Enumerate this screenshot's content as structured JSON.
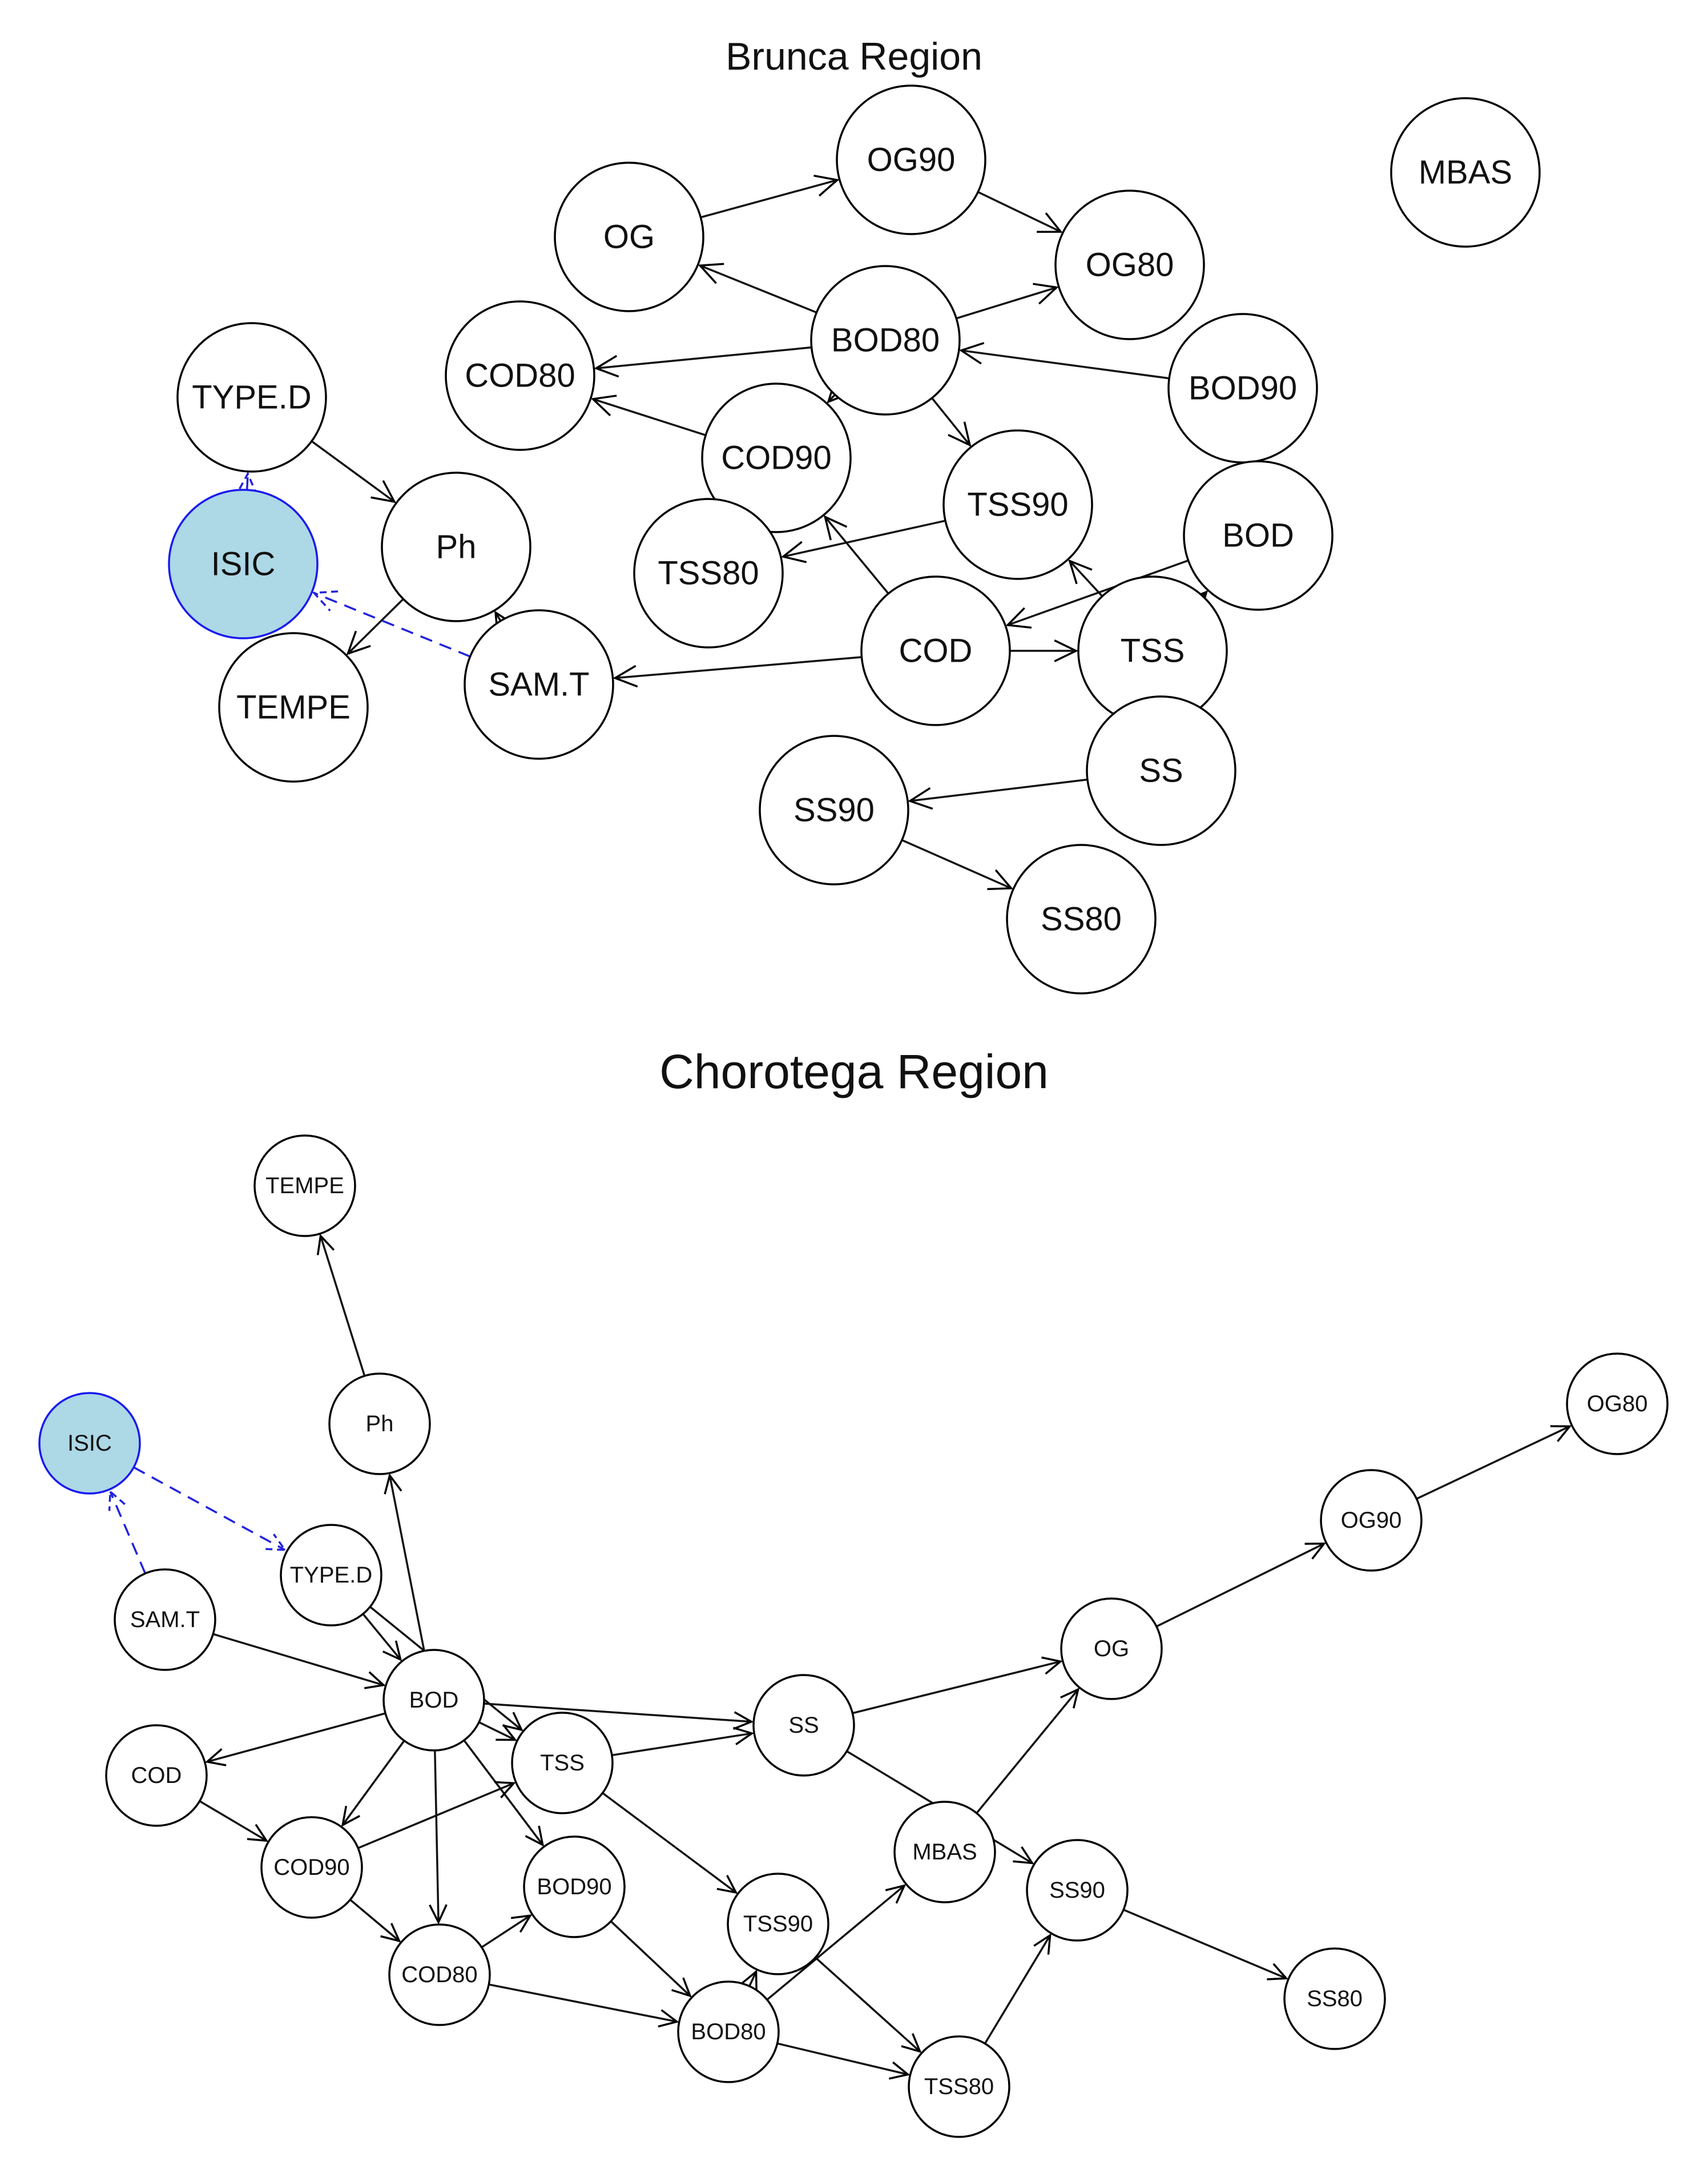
{
  "diagrams": [
    {
      "id": "brunca",
      "title": "Brunca Region",
      "colors": {
        "node_stroke": "#000000",
        "highlight_fill": "#add8e6",
        "highlight_stroke": "#1a1aee",
        "edge": "#000000",
        "blue_edge": "#2222dd"
      },
      "nodes": [
        {
          "id": "OG90",
          "label": "OG90"
        },
        {
          "id": "MBAS",
          "label": "MBAS"
        },
        {
          "id": "OG",
          "label": "OG"
        },
        {
          "id": "OG80",
          "label": "OG80"
        },
        {
          "id": "BOD80",
          "label": "BOD80"
        },
        {
          "id": "COD80",
          "label": "COD80"
        },
        {
          "id": "TYPE.D",
          "label": "TYPE.D"
        },
        {
          "id": "BOD90",
          "label": "BOD90"
        },
        {
          "id": "COD90",
          "label": "COD90"
        },
        {
          "id": "TSS90",
          "label": "TSS90"
        },
        {
          "id": "ISIC",
          "label": "ISIC",
          "highlight": true
        },
        {
          "id": "Ph",
          "label": "Ph"
        },
        {
          "id": "BOD",
          "label": "BOD"
        },
        {
          "id": "TSS80",
          "label": "TSS80"
        },
        {
          "id": "COD",
          "label": "COD"
        },
        {
          "id": "TSS",
          "label": "TSS"
        },
        {
          "id": "TEMPE",
          "label": "TEMPE"
        },
        {
          "id": "SAM.T",
          "label": "SAM.T"
        },
        {
          "id": "SS",
          "label": "SS"
        },
        {
          "id": "SS90",
          "label": "SS90"
        },
        {
          "id": "SS80",
          "label": "SS80"
        }
      ],
      "edges": [
        {
          "from": "OG",
          "to": "OG90"
        },
        {
          "from": "OG90",
          "to": "OG80"
        },
        {
          "from": "BOD80",
          "to": "OG80"
        },
        {
          "from": "BOD80",
          "to": "OG"
        },
        {
          "from": "BOD80",
          "to": "COD80"
        },
        {
          "from": "BOD80",
          "to": "COD90"
        },
        {
          "from": "BOD80",
          "to": "TSS90"
        },
        {
          "from": "BOD90",
          "to": "BOD80"
        },
        {
          "from": "BOD",
          "to": "BOD90"
        },
        {
          "from": "BOD",
          "to": "COD"
        },
        {
          "from": "TSS",
          "to": "BOD"
        },
        {
          "from": "TSS",
          "to": "TSS90"
        },
        {
          "from": "TSS",
          "to": "SS"
        },
        {
          "from": "COD",
          "to": "TSS"
        },
        {
          "from": "COD",
          "to": "COD90"
        },
        {
          "from": "COD",
          "to": "SAM.T"
        },
        {
          "from": "COD90",
          "to": "COD80"
        },
        {
          "from": "COD90",
          "to": "TSS80"
        },
        {
          "from": "TSS90",
          "to": "TSS80"
        },
        {
          "from": "SS",
          "to": "SS90"
        },
        {
          "from": "SS90",
          "to": "SS80"
        },
        {
          "from": "TYPE.D",
          "to": "Ph"
        },
        {
          "from": "Ph",
          "to": "TEMPE"
        },
        {
          "from": "SAM.T",
          "to": "Ph"
        },
        {
          "from": "ISIC",
          "to": "TYPE.D",
          "style": "blue"
        },
        {
          "from": "SAM.T",
          "to": "ISIC",
          "style": "blue"
        }
      ]
    },
    {
      "id": "chorotega",
      "title": "Chorotega Region",
      "colors": {
        "node_stroke": "#000000",
        "highlight_fill": "#add8e6",
        "highlight_stroke": "#1a1aee",
        "edge": "#000000",
        "blue_edge": "#2222dd"
      },
      "nodes": [
        {
          "id": "TEMPE",
          "label": "TEMPE"
        },
        {
          "id": "Ph",
          "label": "Ph"
        },
        {
          "id": "ISIC",
          "label": "ISIC",
          "highlight": true
        },
        {
          "id": "OG80",
          "label": "OG80"
        },
        {
          "id": "OG90",
          "label": "OG90"
        },
        {
          "id": "TYPE.D",
          "label": "TYPE.D"
        },
        {
          "id": "SAM.T",
          "label": "SAM.T"
        },
        {
          "id": "OG",
          "label": "OG"
        },
        {
          "id": "BOD",
          "label": "BOD"
        },
        {
          "id": "SS",
          "label": "SS"
        },
        {
          "id": "COD",
          "label": "COD"
        },
        {
          "id": "TSS",
          "label": "TSS"
        },
        {
          "id": "MBAS",
          "label": "MBAS"
        },
        {
          "id": "COD90",
          "label": "COD90"
        },
        {
          "id": "BOD90",
          "label": "BOD90"
        },
        {
          "id": "SS90",
          "label": "SS90"
        },
        {
          "id": "TSS90",
          "label": "TSS90"
        },
        {
          "id": "COD80",
          "label": "COD80"
        },
        {
          "id": "SS80",
          "label": "SS80"
        },
        {
          "id": "BOD80",
          "label": "BOD80"
        },
        {
          "id": "TSS80",
          "label": "TSS80"
        }
      ],
      "edges": [
        {
          "from": "Ph",
          "to": "TEMPE"
        },
        {
          "from": "BOD",
          "to": "Ph"
        },
        {
          "from": "OG90",
          "to": "OG80"
        },
        {
          "from": "OG",
          "to": "OG90"
        },
        {
          "from": "SS",
          "to": "OG"
        },
        {
          "from": "MBAS",
          "to": "OG"
        },
        {
          "from": "SAM.T",
          "to": "BOD"
        },
        {
          "from": "TYPE.D",
          "to": "BOD"
        },
        {
          "from": "TYPE.D",
          "to": "TSS"
        },
        {
          "from": "BOD",
          "to": "TSS"
        },
        {
          "from": "BOD",
          "to": "SS"
        },
        {
          "from": "BOD",
          "to": "COD"
        },
        {
          "from": "BOD",
          "to": "COD90"
        },
        {
          "from": "BOD",
          "to": "COD80"
        },
        {
          "from": "BOD",
          "to": "BOD90"
        },
        {
          "from": "TSS",
          "to": "SS"
        },
        {
          "from": "TSS",
          "to": "TSS90"
        },
        {
          "from": "COD",
          "to": "COD90"
        },
        {
          "from": "COD90",
          "to": "TSS"
        },
        {
          "from": "COD90",
          "to": "COD80"
        },
        {
          "from": "COD80",
          "to": "BOD90"
        },
        {
          "from": "COD80",
          "to": "BOD80"
        },
        {
          "from": "BOD90",
          "to": "BOD80"
        },
        {
          "from": "BOD80",
          "to": "TSS90"
        },
        {
          "from": "BOD80",
          "to": "MBAS"
        },
        {
          "from": "BOD80",
          "to": "TSS80"
        },
        {
          "from": "TSS90",
          "to": "TSS80"
        },
        {
          "from": "TSS80",
          "to": "SS90"
        },
        {
          "from": "SS",
          "to": "SS90"
        },
        {
          "from": "SS90",
          "to": "SS80"
        },
        {
          "from": "ISIC",
          "to": "TYPE.D",
          "style": "blue"
        },
        {
          "from": "SAM.T",
          "to": "ISIC",
          "style": "blue"
        }
      ]
    }
  ]
}
